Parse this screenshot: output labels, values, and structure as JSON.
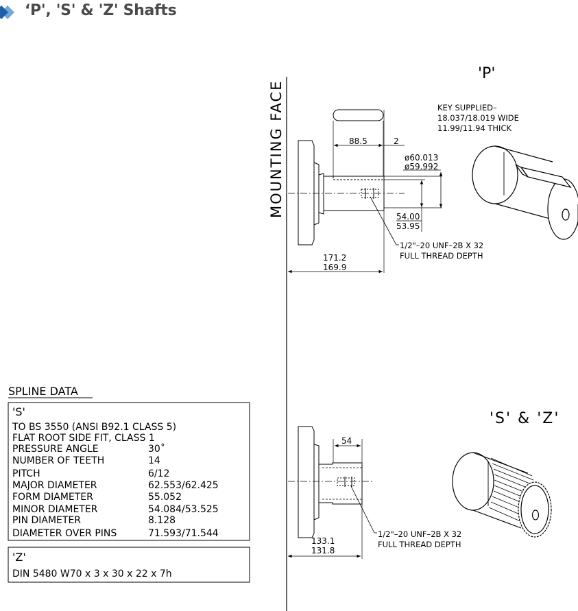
{
  "header": {
    "title": "‘P', 'S' & 'Z' Shafts"
  },
  "labels": {
    "mounting_face": "MOUNTING FACE",
    "p": "'P'",
    "sz": "'S' & 'Z'"
  },
  "p_shaft": {
    "key_note": [
      "KEY SUPPLIED–",
      "18.037/18.019 WIDE",
      "11.99/11.94 THICK"
    ],
    "dim_key_length": "88.5",
    "dim_key_offset": "2",
    "dia_1": "ø60.013",
    "dia_2": "ø59.992",
    "dim_54_1": "54.00",
    "dim_54_2": "53.95",
    "thread": [
      "1/2\"–20 UNF–2B X 32",
      "FULL THREAD DEPTH"
    ],
    "length_1": "171.2",
    "length_2": "169.9"
  },
  "sz_shaft": {
    "dim_spline": "54",
    "thread": [
      "1/2\"–20 UNF–2B X 32",
      "FULL THREAD DEPTH"
    ],
    "length_1": "133.1",
    "length_2": "131.8"
  },
  "spline": {
    "heading": "SPLINE DATA",
    "s_label": "'S'",
    "s_standard": [
      "TO BS 3550 (ANSI B92.1 CLASS 5)",
      "FLAT ROOT SIDE FIT, CLASS 1"
    ],
    "rows": [
      {
        "name": "PRESSURE ANGLE",
        "value": "30˚"
      },
      {
        "name": "NUMBER OF TEETH",
        "value": "14"
      },
      {
        "name": "PITCH",
        "value": "6/12"
      },
      {
        "name": "MAJOR DIAMETER",
        "value": "62.553/62.425"
      },
      {
        "name": "FORM DIAMETER",
        "value": "55.052"
      },
      {
        "name": "MINOR DIAMETER",
        "value": "54.084/53.525"
      },
      {
        "name": "PIN DIAMETER",
        "value": "8.128"
      },
      {
        "name": "DIAMETER OVER PINS",
        "value": "71.593/71.544"
      }
    ],
    "z_label": "'Z'",
    "z_spec": "DIN 5480 W70 x 3 x 30 x 22 x 7h"
  },
  "colors": {
    "diamond_dark": "#1f5fa8",
    "diamond_light": "#6fa8dc",
    "title": "#4a4a4a"
  }
}
